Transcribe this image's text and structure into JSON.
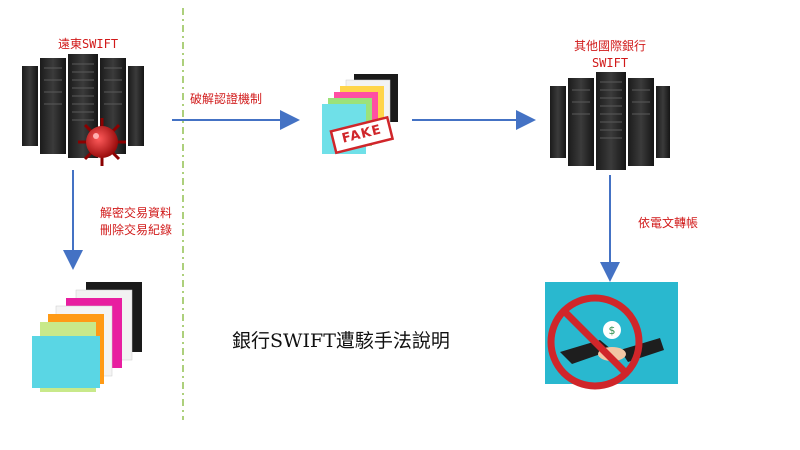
{
  "nodes": {
    "far_east_swift": "遠東SWIFT",
    "other_bank_swift_line1": "其他國際銀行",
    "other_bank_swift_line2": "SWIFT"
  },
  "edges": {
    "crack_auth": "破解認證機制",
    "decrypt_line1": "解密交易資料",
    "decrypt_line2": "刪除交易紀錄",
    "wire_transfer": "依電文轉帳"
  },
  "fake_stamp": "FAKE",
  "title": "銀行SWIFT遭駭手法說明",
  "colors": {
    "label_red": "#d11a1a",
    "arrow_blue": "#4472c4",
    "divider_green": "#92c050",
    "transfer_bg": "#29b8cf",
    "no_sign_red": "#d0262a"
  },
  "icons": [
    "server-rack-icon",
    "virus-icon",
    "file-folders-icon",
    "fake-stamp-icon",
    "no-bribery-icon"
  ]
}
